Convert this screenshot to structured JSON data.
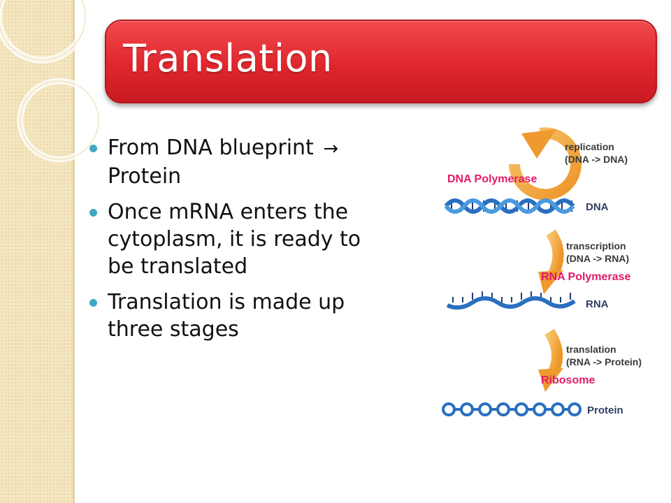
{
  "slide": {
    "title": "Translation",
    "bullets": [
      {
        "text": "From DNA blueprint",
        "has_arrow": true,
        "arrow_glyph": "→",
        "continuation": "Protein"
      },
      {
        "lines": [
          "Once mRNA enters the",
          "cytoplasm, it is ready to",
          "be translated"
        ]
      },
      {
        "lines": [
          "Translation is made up",
          "three stages"
        ]
      }
    ]
  },
  "diagram": {
    "replication_label": [
      "replication",
      "(DNA -> DNA)"
    ],
    "dna_polymerase": "DNA Polymerase",
    "dna_label": "DNA",
    "transcription_label": [
      "transcription",
      "(DNA -> RNA)"
    ],
    "rna_polymerase": "RNA Polymerase",
    "rna_label": "RNA",
    "translation_label": [
      "translation",
      "(RNA -> Protein)"
    ],
    "ribosome": "Ribosome",
    "protein_label": "Protein"
  },
  "colors": {
    "title_bar": "#e0262d",
    "bullet_dot": "#3fa8c2",
    "arrow_orange": "#f2a43a",
    "strand_blue": "#2a6fc0",
    "enzyme_pink": "#e2196b"
  }
}
